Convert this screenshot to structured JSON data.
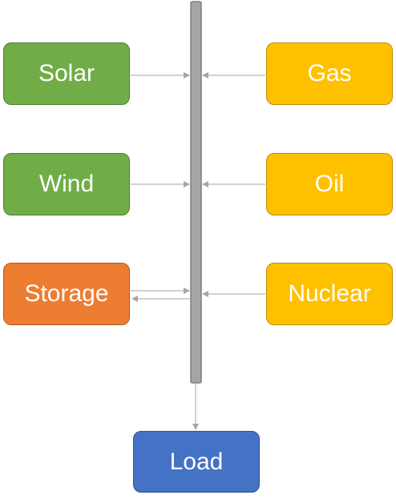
{
  "nodes": {
    "solar": {
      "label": "Solar",
      "fill": "#70ad47",
      "stroke": "#507e32"
    },
    "wind": {
      "label": "Wind",
      "fill": "#70ad47",
      "stroke": "#507e32"
    },
    "storage": {
      "label": "Storage",
      "fill": "#ed7d31",
      "stroke": "#ae5a21"
    },
    "gas": {
      "label": "Gas",
      "fill": "#ffc000",
      "stroke": "#bc8c00"
    },
    "oil": {
      "label": "Oil",
      "fill": "#ffc000",
      "stroke": "#bc8c00"
    },
    "nuclear": {
      "label": "Nuclear",
      "fill": "#ffc000",
      "stroke": "#bc8c00"
    },
    "load": {
      "label": "Load",
      "fill": "#4472c4",
      "stroke": "#2f528f"
    }
  },
  "bus": {
    "fill": "#a5a5a5",
    "stroke": "#7f7f7f"
  },
  "connector_color": "#a6a6a6",
  "connections": [
    {
      "from": "solar",
      "to": "bus"
    },
    {
      "from": "gas",
      "to": "bus"
    },
    {
      "from": "wind",
      "to": "bus"
    },
    {
      "from": "oil",
      "to": "bus"
    },
    {
      "from": "storage",
      "to": "bus"
    },
    {
      "from": "bus",
      "to": "storage"
    },
    {
      "from": "nuclear",
      "to": "bus"
    },
    {
      "from": "bus",
      "to": "load"
    }
  ]
}
